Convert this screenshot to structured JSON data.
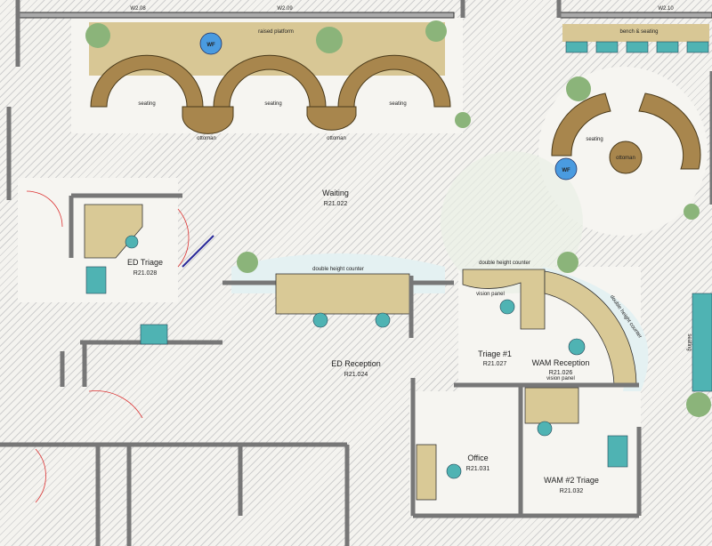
{
  "plan": {
    "windows": [
      "W2.08",
      "W2.09",
      "W2.10"
    ],
    "labels": {
      "raised_platform": "raised platform",
      "water_fountain": "WF",
      "seating": "seating",
      "ottoman": "ottoman",
      "bench_seating": "bench & seating",
      "double_height_counter": "double height counter",
      "vision_panel": "vision panel"
    },
    "rooms": [
      {
        "name": "Waiting",
        "code": "R21.022"
      },
      {
        "name": "ED Triage",
        "code": "R21.028"
      },
      {
        "name": "ED Reception",
        "code": "R21.024"
      },
      {
        "name": "Triage #1",
        "code": "R21.027"
      },
      {
        "name": "WAM Reception",
        "code": "R21.026"
      },
      {
        "name": "Office",
        "code": "R21.031"
      },
      {
        "name": "WAM #2 Triage",
        "code": "R21.032"
      }
    ],
    "colors": {
      "seating": "#a8864d",
      "desk": "#d9c996",
      "chair": "#4fb3b3",
      "fountain": "#4a9be0",
      "plant": "#8bb47a",
      "door_swing": "#dd3333"
    }
  }
}
